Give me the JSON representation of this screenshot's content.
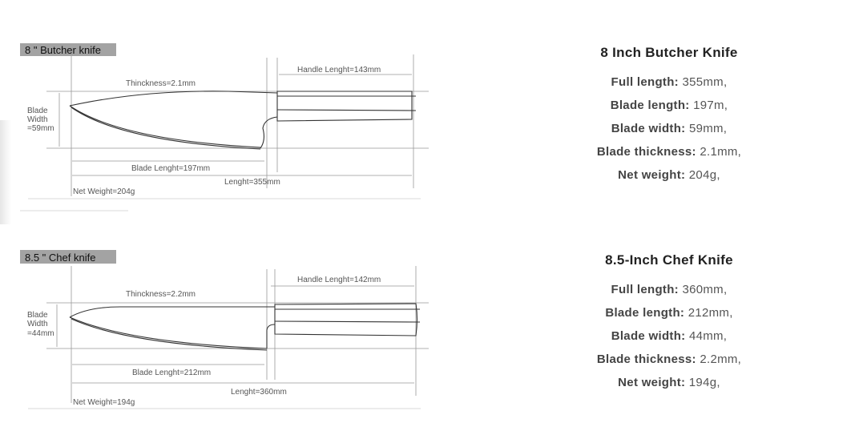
{
  "knives": [
    {
      "diagram": {
        "label": "8 \" Butcher knife",
        "thickness": "Thinckness=2.1mm",
        "handle": "Handle Lenght=143mm",
        "width_l1": "Blade",
        "width_l2": "Width",
        "width_l3": "=59mm",
        "blade_length": "Blade Lenght=197mm",
        "length": "Lenght=355mm",
        "weight": "Net Weight=204g"
      },
      "title": "8 Inch Butcher Knife",
      "specs": [
        {
          "key": "Full length:",
          "value": "355mm,"
        },
        {
          "key": "Blade length:",
          "value": "197m,"
        },
        {
          "key": "Blade width:",
          "value": "59mm,"
        },
        {
          "key": "Blade thickness:",
          "value": "2.1mm,"
        },
        {
          "key": "Net weight:",
          "value": "204g,"
        }
      ]
    },
    {
      "diagram": {
        "label": "8.5 \" Chef knife",
        "thickness": "Thinckness=2.2mm",
        "handle": "Handle Lenght=142mm",
        "width_l1": "Blade",
        "width_l2": "Width",
        "width_l3": "=44mm",
        "blade_length": "Blade Lenght=212mm",
        "length": "Lenght=360mm",
        "weight": "Net Weight=194g"
      },
      "title": "8.5-Inch Chef Knife",
      "specs": [
        {
          "key": "Full length:",
          "value": "360mm,"
        },
        {
          "key": "Blade length:",
          "value": "212mm,"
        },
        {
          "key": "Blade width:",
          "value": "44mm,"
        },
        {
          "key": "Blade thickness:",
          "value": "2.2mm,"
        },
        {
          "key": "Net weight:",
          "value": "194g,"
        }
      ]
    }
  ]
}
